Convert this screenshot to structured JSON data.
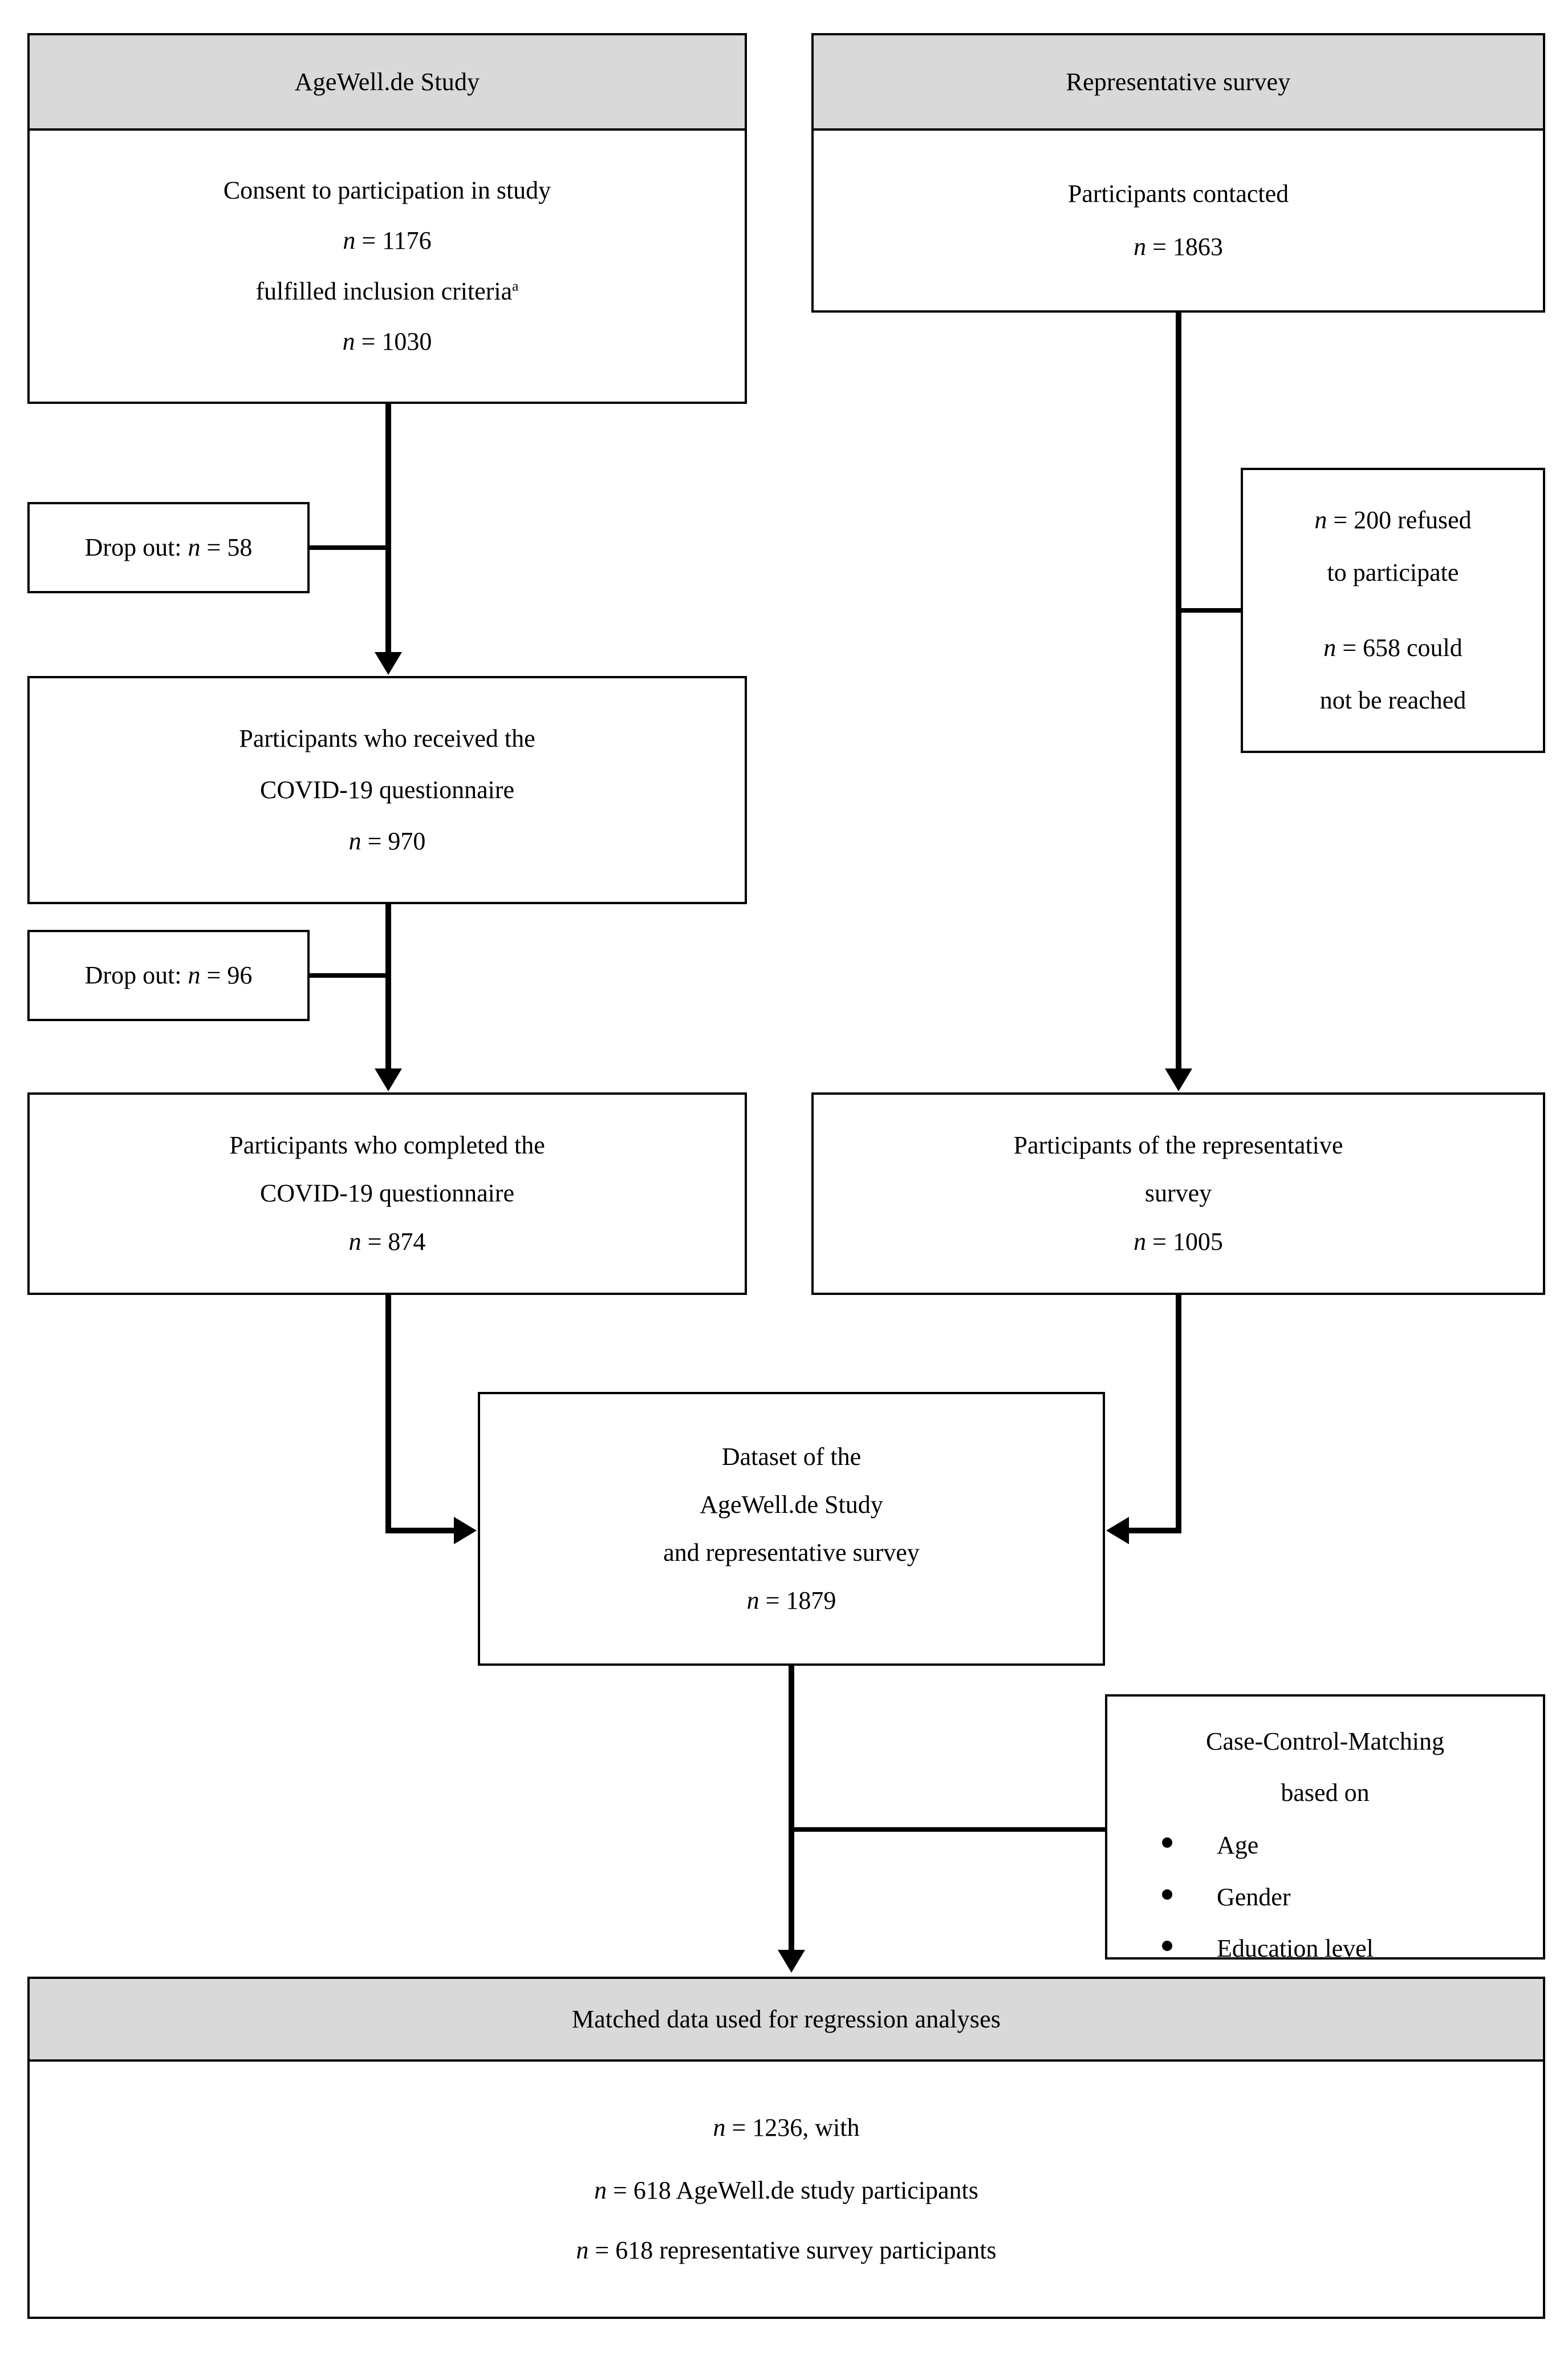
{
  "figure": {
    "type": "flow-diagram",
    "title": "Participant flow: AgeWell.de Study and Representative survey"
  },
  "nodes": {
    "agewell": {
      "header": "AgeWell.de Study",
      "lines": [
        "Consent to participation in study",
        "n = 1176",
        "fulfilled inclusion criteriaa",
        "n = 1030"
      ],
      "line1": "Consent to participation in study",
      "line2_n": "n",
      "line2_val": " = 1176",
      "line3": "fulfilled inclusion criteria",
      "line3_sup": "a",
      "line4_n": "n",
      "line4_val": " = 1030"
    },
    "representative_survey": {
      "header": "Representative survey",
      "line1": "Participants contacted",
      "line2_n": "n",
      "line2_val": " = 1863"
    },
    "dropout1": {
      "label": "Drop out: ",
      "n": "n",
      "value": " = 58"
    },
    "dropout2": {
      "label": "Drop out: ",
      "n": "n",
      "value": " = 96"
    },
    "non_responders": {
      "l1_n": "n",
      "l1_val": " = 200 refused",
      "l2": "to participate",
      "l3_n": "n",
      "l3_val": " =  658  could",
      "l4": "not be reached"
    },
    "received_questionnaire": {
      "line1": "Participants who received the",
      "line2": "COVID-19 questionnaire",
      "line3_n": "n",
      "line3_val": " = 970"
    },
    "completed_questionnaire": {
      "line1": "Participants who completed the",
      "line2": "COVID-19 questionnaire",
      "line3_n": "n",
      "line3_val": " = 874"
    },
    "representative_participants": {
      "line1": "Participants of the representative",
      "line2": "survey",
      "line3_n": "n",
      "line3_val": " = 1005"
    },
    "dataset": {
      "line1": "Dataset of the",
      "line2": "AgeWell.de Study",
      "line3": "and representative survey",
      "line4_n": "n",
      "line4_val": " = 1879"
    },
    "case_control_matching": {
      "line1": "Case-Control-Matching",
      "line2": "based on",
      "bullets": [
        "Age",
        "Gender",
        "Education level"
      ]
    },
    "matched_data": {
      "header": "Matched data used for regression analyses",
      "line1_n": "n",
      "line1_val": " = 1236, with",
      "line2_n": "n",
      "line2_val": " = 618 AgeWell.de study participants",
      "line3_n": "n",
      "line3_val": " = 618 representative survey participants"
    }
  },
  "colors": {
    "header_fill": "#d9d9d9",
    "stroke": "#000000",
    "background": "#ffffff"
  }
}
